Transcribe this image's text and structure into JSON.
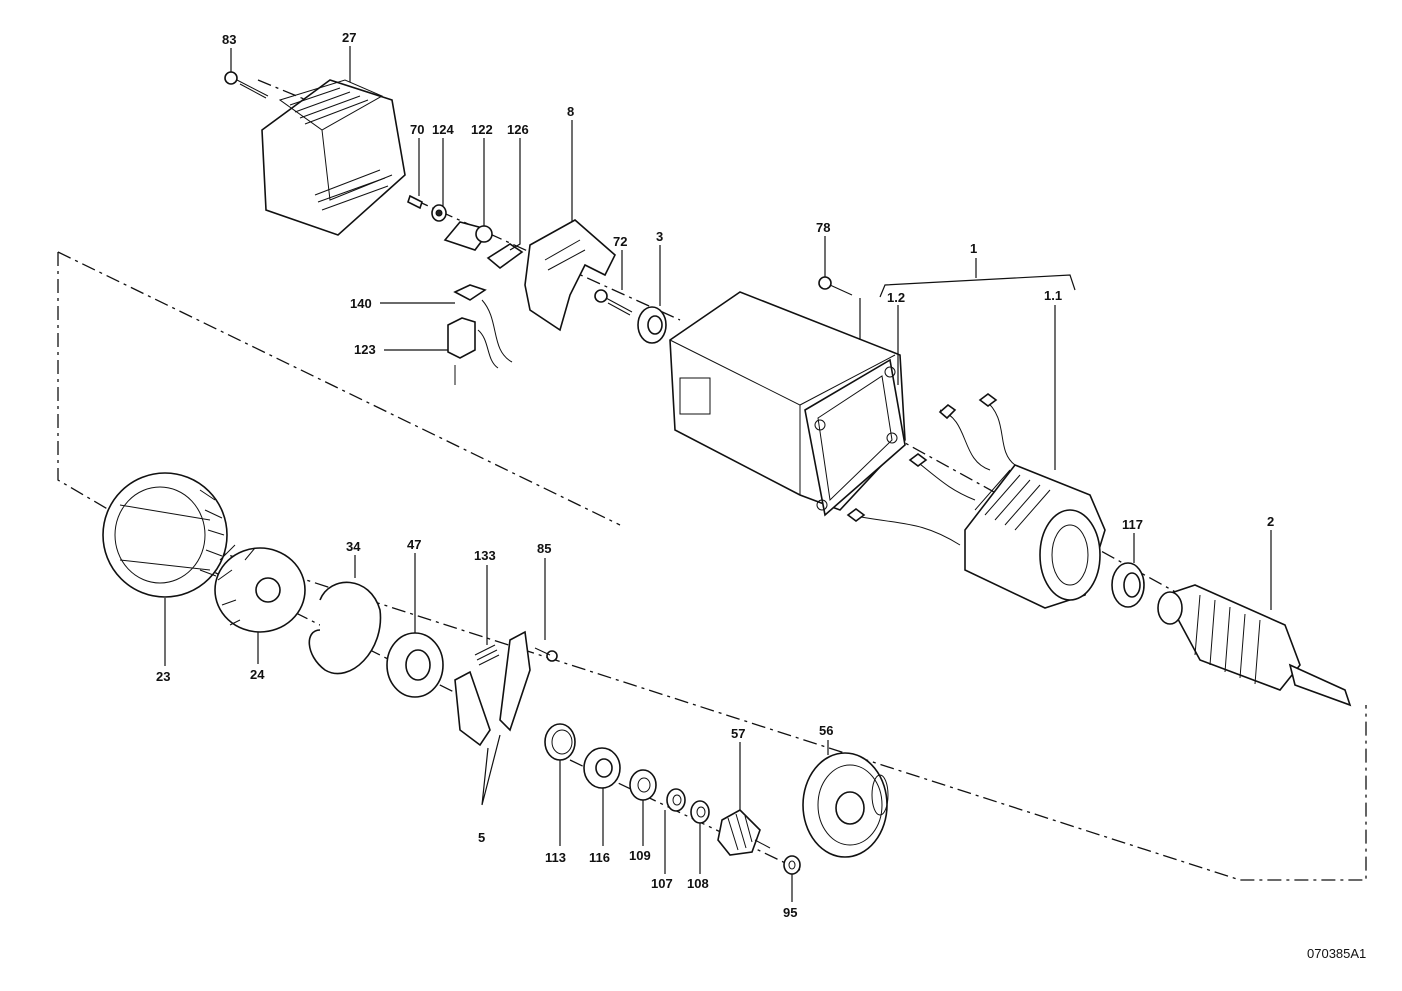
{
  "drawing_code": "070385A1",
  "labels": {
    "p83": "83",
    "p27": "27",
    "p70": "70",
    "p124": "124",
    "p122": "122",
    "p126": "126",
    "p8": "8",
    "p72": "72",
    "p3": "3",
    "p78": "78",
    "p1": "1",
    "p1_2": "1.2",
    "p1_1": "1.1",
    "p140": "140",
    "p123": "123",
    "p117": "117",
    "p2": "2",
    "p34": "34",
    "p47": "47",
    "p133": "133",
    "p85": "85",
    "p23": "23",
    "p24": "24",
    "p57": "57",
    "p56": "56",
    "p5": "5",
    "p113": "113",
    "p116": "116",
    "p109": "109",
    "p107": "107",
    "p108": "108",
    "p95": "95"
  }
}
